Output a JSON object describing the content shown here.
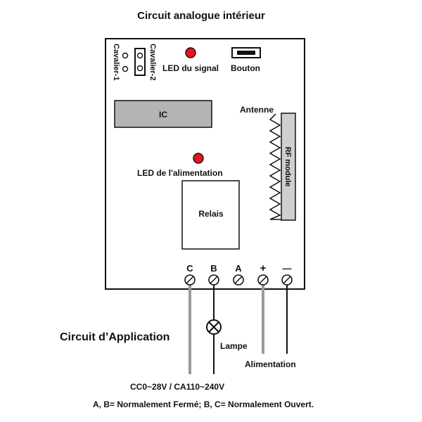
{
  "title": "Circuit analogue intérieur",
  "board": {
    "jumper1_label": "Cavalier-1",
    "jumper2_label": "Cavalier-2",
    "signal_led_label": "LED du signal",
    "button_label": "Bouton",
    "ic_label": "IC",
    "antenna_label": "Antenne",
    "rf_module_label": "RF module",
    "power_led_label": "LED de l'alimentation",
    "relay_label": "Relais",
    "terminals": [
      {
        "id": "C",
        "label": "C"
      },
      {
        "id": "B",
        "label": "B"
      },
      {
        "id": "A",
        "label": "A"
      },
      {
        "id": "plus",
        "label": "+"
      },
      {
        "id": "minus",
        "label": "—"
      }
    ]
  },
  "application": {
    "title": "Circuit d’Application",
    "lamp_label": "Lampe",
    "power_label": "Alimentation",
    "voltage_label": "CC0~28V / CA110~240V",
    "note": "A, B= Normalement Fermé; B, C= Normalement Ouvert."
  },
  "colors": {
    "led": "#e8141c",
    "ic_fill": "#b4b4b4",
    "rf_fill": "#cfcfcf",
    "wire_gray": "#9a9a9a",
    "wire_black": "#111111"
  }
}
